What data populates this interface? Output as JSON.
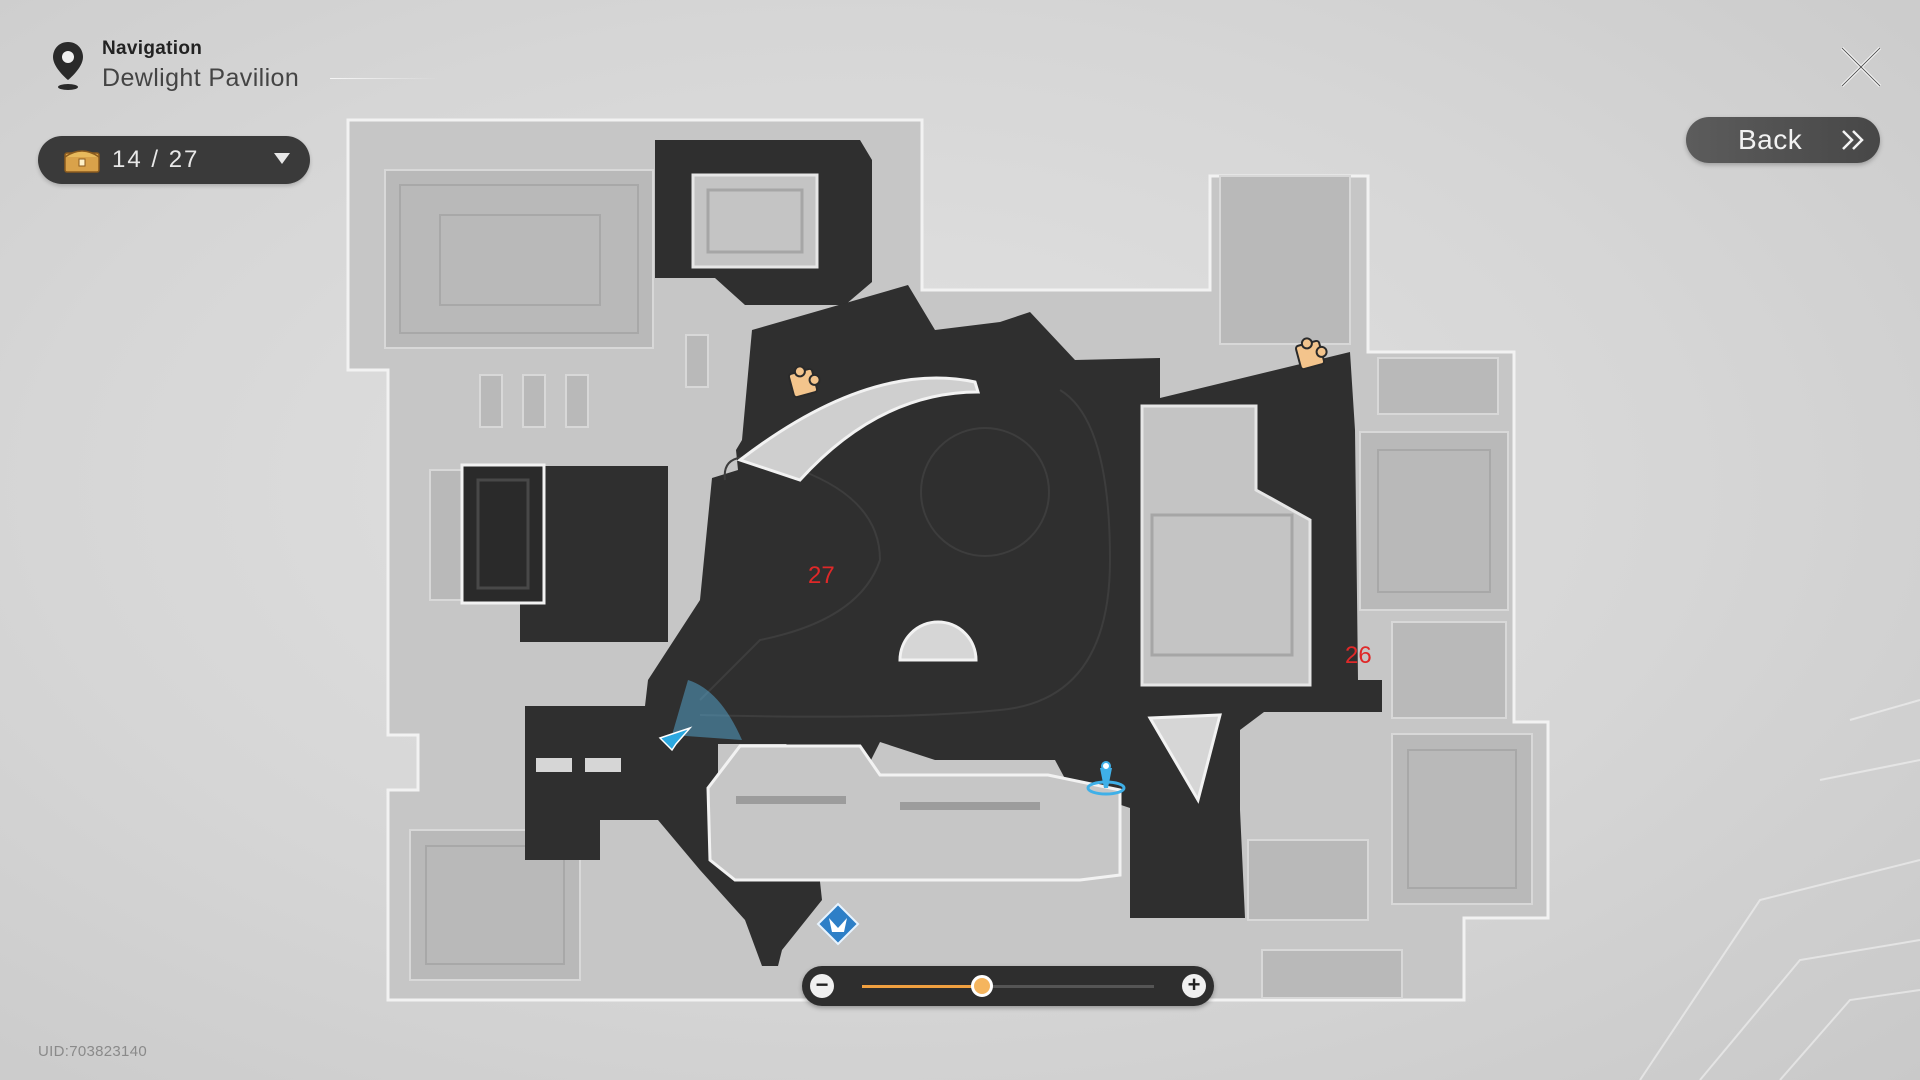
{
  "header": {
    "label": "Navigation",
    "area_name": "Dewlight Pavilion",
    "pin_icon": "location-pin-icon"
  },
  "treasure": {
    "count_text": "14 / 27",
    "found": 14,
    "total": 27,
    "icon": "treasure-chest-icon",
    "dropdown_icon": "caret-down-icon"
  },
  "back_button": {
    "label": "Back",
    "icon": "double-chevron-right-icon"
  },
  "close_button": {
    "icon": "close-icon"
  },
  "map": {
    "floor_labels": [
      "27",
      "26"
    ],
    "markers": [
      {
        "type": "puzzle-piece-icon"
      },
      {
        "type": "puzzle-piece-icon"
      },
      {
        "type": "space-anchor-icon"
      },
      {
        "type": "warp-trotter-icon"
      },
      {
        "type": "player-arrow-icon"
      }
    ],
    "colors": {
      "walkable": "#2f2f2f",
      "structure": "#b8b8b8",
      "accent": "#f0a040",
      "player": "#2ba8e0",
      "floor_label": "#e02828"
    }
  },
  "zoom": {
    "level": 0.41,
    "minus_label": "−",
    "plus_label": "+"
  },
  "footer": {
    "uid": "UID:703823140"
  }
}
